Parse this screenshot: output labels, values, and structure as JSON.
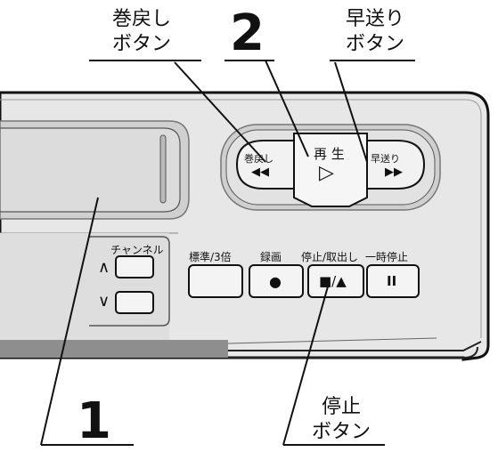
{
  "callouts": {
    "rewind": {
      "line1": "巻戻し",
      "line2": "ボタン"
    },
    "ff": {
      "line1": "早送り",
      "line2": "ボタン"
    },
    "stop": {
      "line1": "停止",
      "line2": "ボタン"
    },
    "number_1": "1",
    "number_2": "2"
  },
  "transport": {
    "rewind_label": "巻戻し",
    "rewind_symbol": "◀◀",
    "play_label": "再 生",
    "play_symbol": "▷",
    "ff_label": "早送り",
    "ff_symbol": "▶▶"
  },
  "channel": {
    "label": "チャンネル",
    "up_symbol": "∧",
    "down_symbol": "∨"
  },
  "controls": {
    "speed_label": "標準/3倍",
    "record_label": "録画",
    "record_symbol": "●",
    "stop_eject_label": "停止/取出し",
    "stop_eject_symbol": "■/▲",
    "pause_label": "一時停止",
    "pause_symbol": "II"
  },
  "colors": {
    "panel": "#e6e6e6",
    "outline": "#1a1a1a",
    "display": "#d2d2d2",
    "dark_strip": "#8c8c8c"
  }
}
